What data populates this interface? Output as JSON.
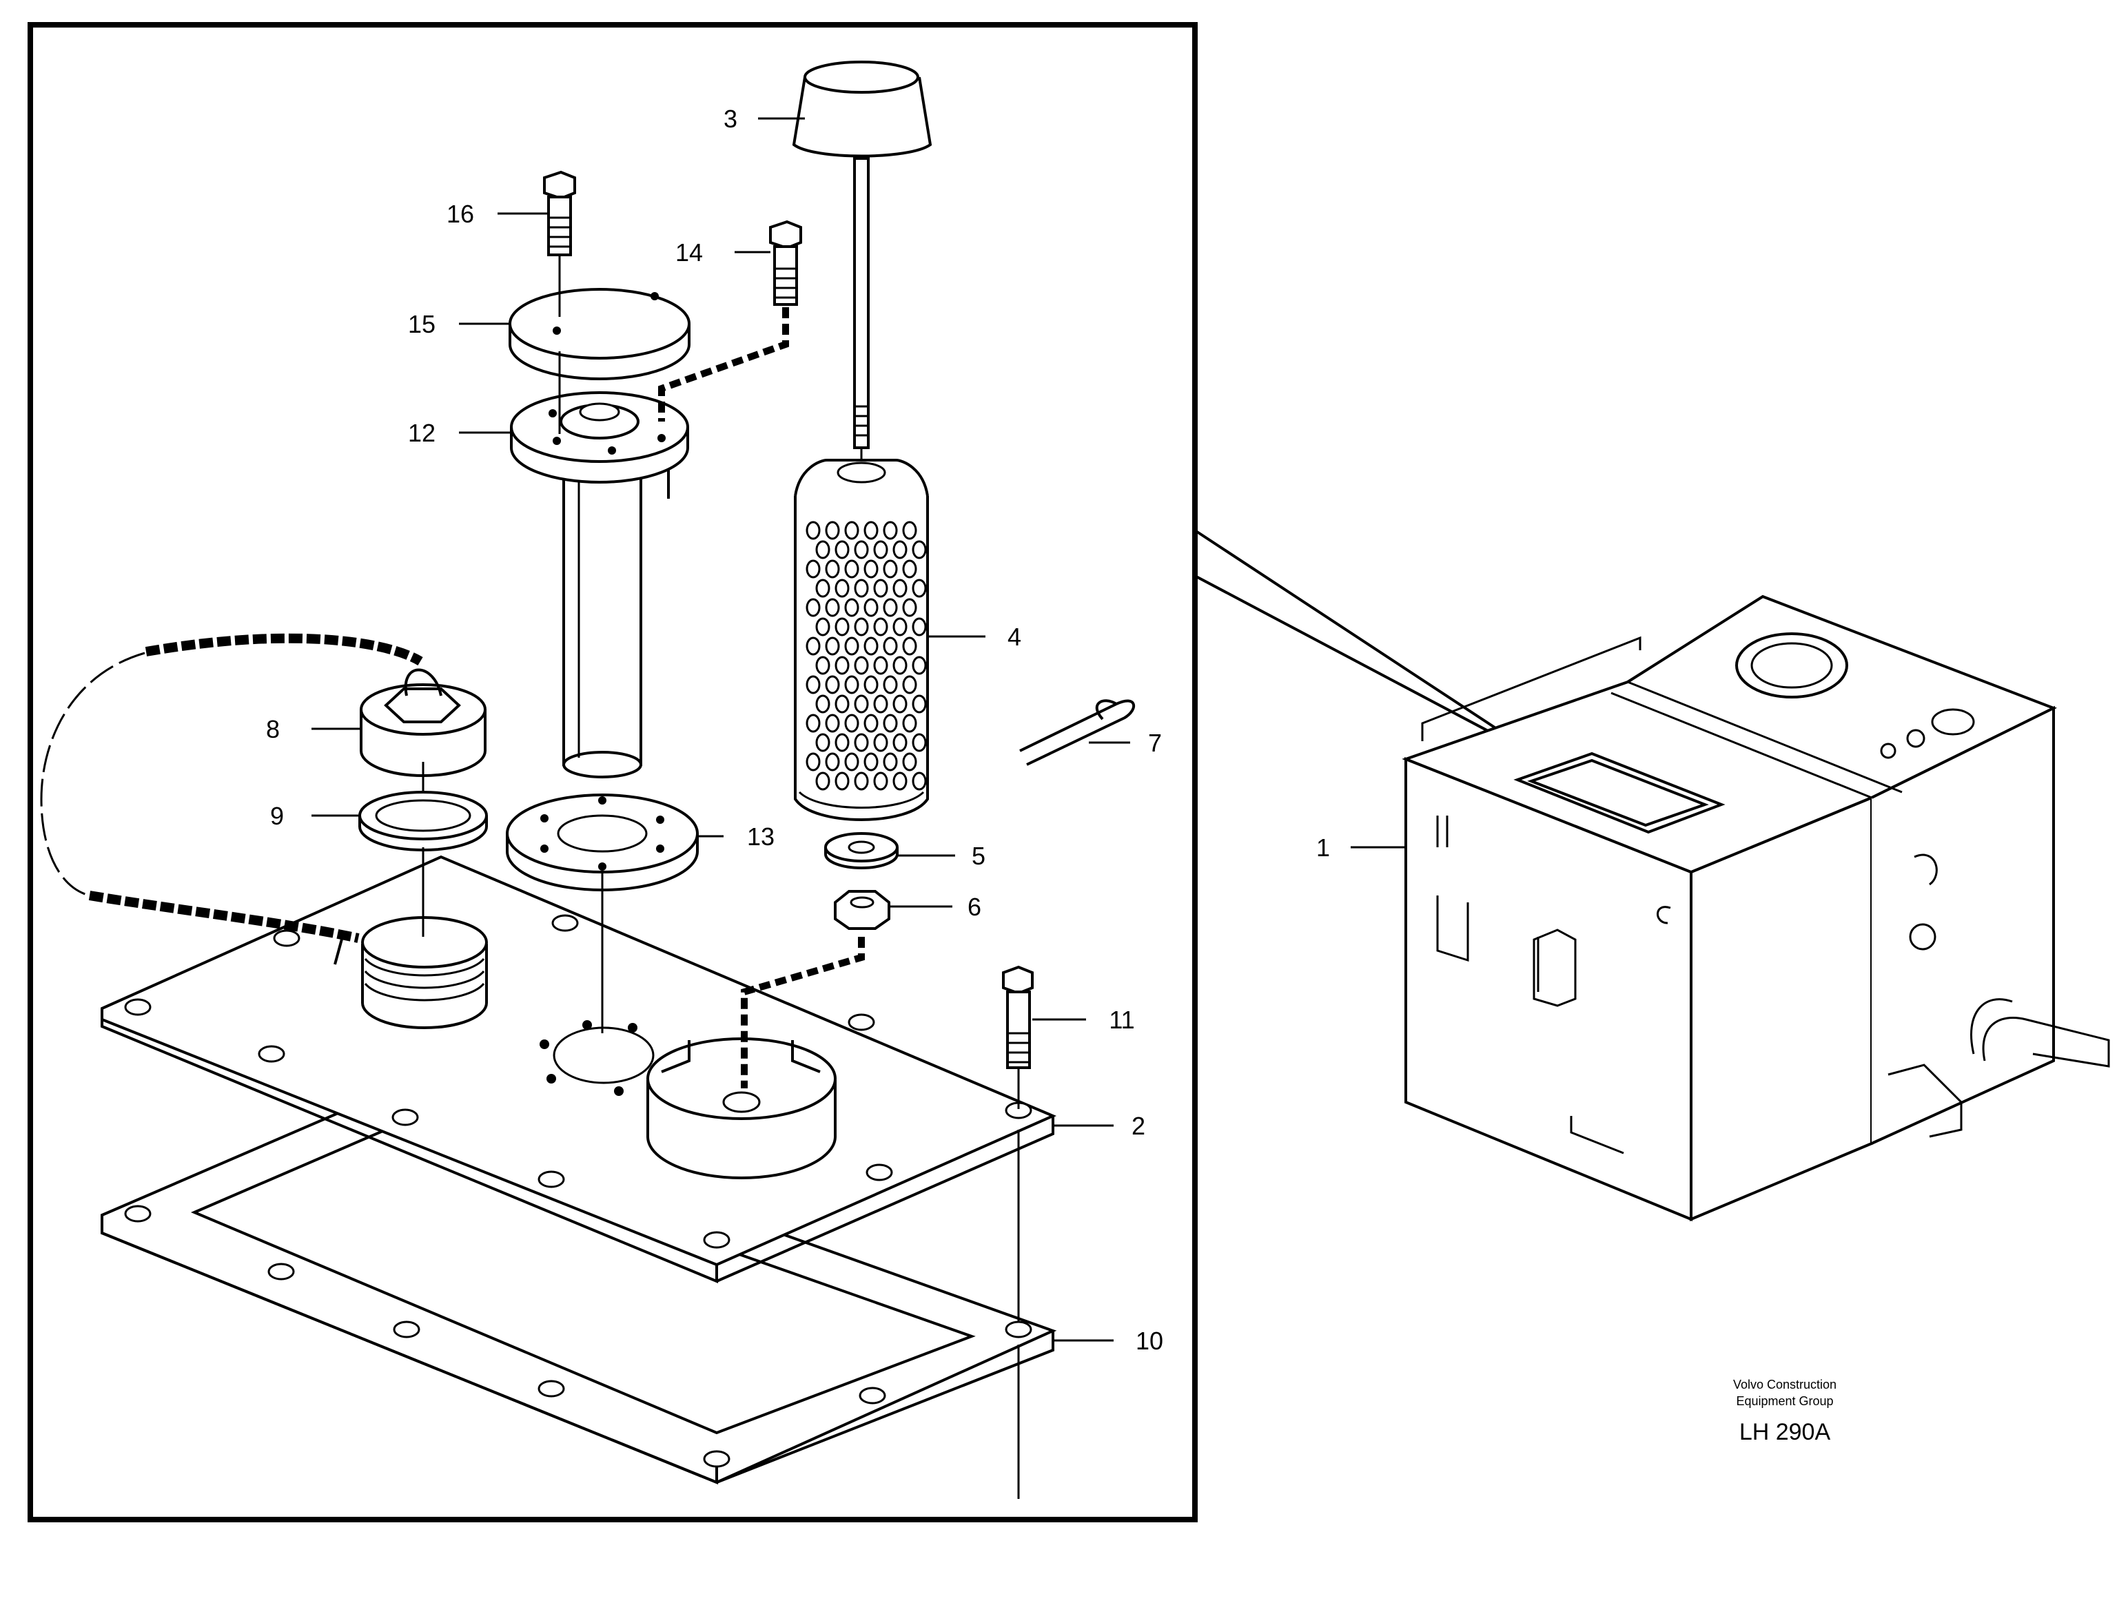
{
  "diagram": {
    "callouts": [
      {
        "id": "1",
        "label": "1"
      },
      {
        "id": "2",
        "label": "2"
      },
      {
        "id": "3",
        "label": "3"
      },
      {
        "id": "4",
        "label": "4"
      },
      {
        "id": "5",
        "label": "5"
      },
      {
        "id": "6",
        "label": "6"
      },
      {
        "id": "7",
        "label": "7"
      },
      {
        "id": "8",
        "label": "8"
      },
      {
        "id": "9",
        "label": "9"
      },
      {
        "id": "10",
        "label": "10"
      },
      {
        "id": "11",
        "label": "11"
      },
      {
        "id": "12",
        "label": "12"
      },
      {
        "id": "13",
        "label": "13"
      },
      {
        "id": "14",
        "label": "14"
      },
      {
        "id": "15",
        "label": "15"
      },
      {
        "id": "16",
        "label": "16"
      }
    ],
    "credit_line1": "Volvo Construction",
    "credit_line2": "Equipment Group",
    "drawing_code": "LH 290A"
  }
}
